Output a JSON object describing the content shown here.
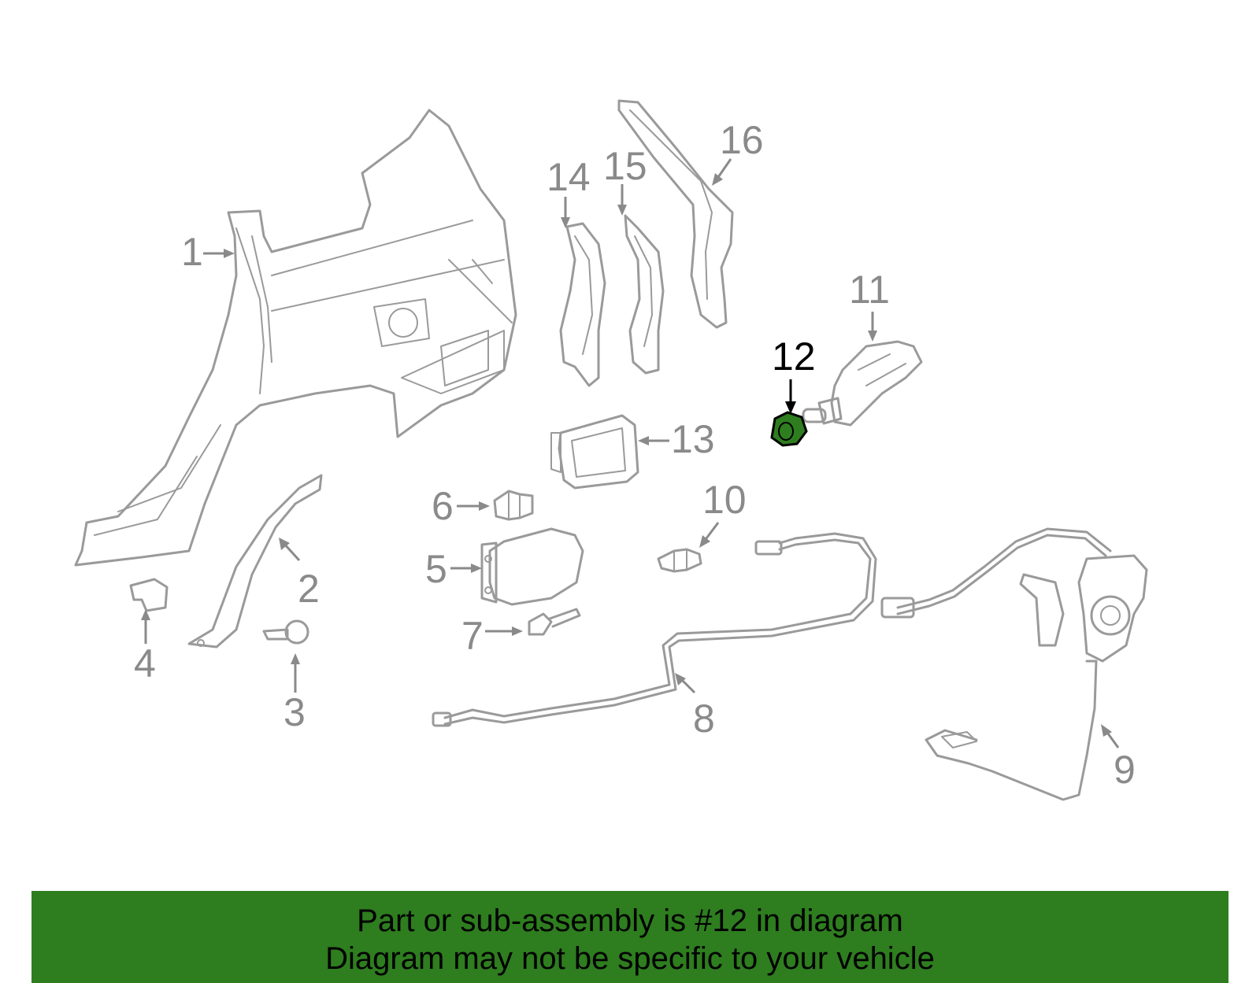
{
  "diagram": {
    "callouts": [
      {
        "id": "1",
        "label": "1"
      },
      {
        "id": "2",
        "label": "2"
      },
      {
        "id": "3",
        "label": "3"
      },
      {
        "id": "4",
        "label": "4"
      },
      {
        "id": "5",
        "label": "5"
      },
      {
        "id": "6",
        "label": "6"
      },
      {
        "id": "7",
        "label": "7"
      },
      {
        "id": "8",
        "label": "8"
      },
      {
        "id": "9",
        "label": "9"
      },
      {
        "id": "10",
        "label": "10"
      },
      {
        "id": "11",
        "label": "11"
      },
      {
        "id": "12",
        "label": "12"
      },
      {
        "id": "13",
        "label": "13"
      },
      {
        "id": "14",
        "label": "14"
      },
      {
        "id": "15",
        "label": "15"
      },
      {
        "id": "16",
        "label": "16"
      }
    ],
    "highlighted_part": "12",
    "highlight_color": "#2e7d1f",
    "part_line_color": "#9a9a9a"
  },
  "banner": {
    "line1": "Part or sub-assembly is #12 in diagram",
    "line2": "Diagram may not be specific to your vehicle",
    "background": "#2e7d1f"
  }
}
